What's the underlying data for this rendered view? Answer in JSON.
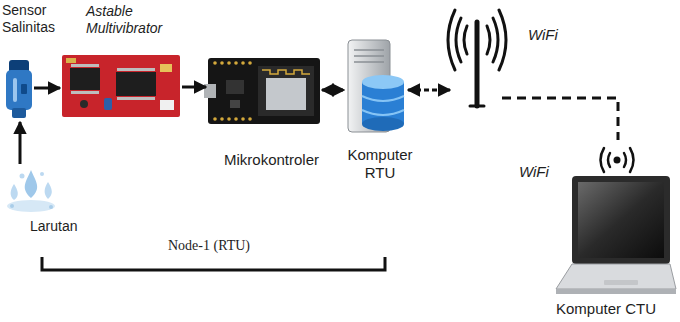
{
  "diagram": {
    "nodes": [
      {
        "text": [
          "Sensor Salinitas"
        ]
      },
      {
        "text": [
          "Astable Multivibrator"
        ]
      },
      {
        "text": [
          "Mikrokontroler"
        ]
      },
      {
        "text": [
          "Komputer RTU"
        ]
      },
      {
        "text": [
          "WiFi"
        ]
      },
      {
        "text": [
          "WiFi",
          "Komputer CTU"
        ]
      },
      {
        "text": [
          "Larutan"
        ]
      }
    ],
    "edges": [
      {
        "from": 6,
        "to": 0,
        "arrow": "to"
      },
      {
        "from": 0,
        "to": 1,
        "arrow": "to"
      },
      {
        "from": 1,
        "to": 2,
        "arrow": "to"
      },
      {
        "from": 2,
        "to": 3,
        "arrow": "both"
      },
      {
        "from": 3,
        "to": 4,
        "arrow": "both"
      },
      {
        "from": 4,
        "to": 5,
        "arrow": "none"
      }
    ],
    "labels": [
      "Node-1 (RTU)"
    ]
  }
}
